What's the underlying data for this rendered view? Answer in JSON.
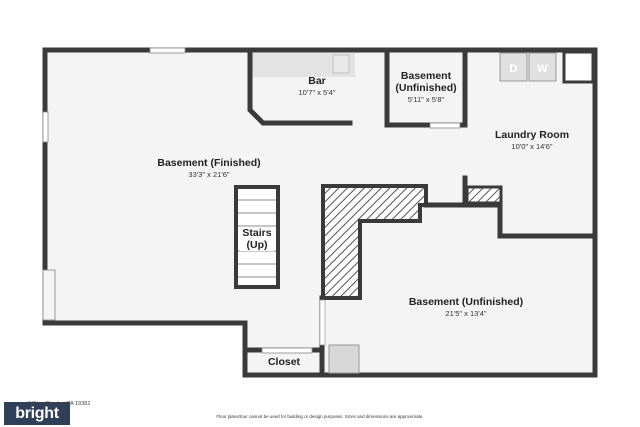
{
  "rooms": {
    "bar": {
      "name": "Bar",
      "dims": "10'7\" x 5'4\""
    },
    "basement_unfinished_small": {
      "name_line1": "Basement",
      "name_line2": "(Unfinished)",
      "dims": "5'11\" x 5'8\""
    },
    "laundry": {
      "name": "Laundry Room",
      "dims": "10'0\" x 14'6\""
    },
    "basement_finished": {
      "name": "Basement (Finished)",
      "dims": "33'3\" x 21'6\""
    },
    "stairs": {
      "name_line1": "Stairs",
      "name_line2": "(Up)"
    },
    "basement_unfinished_large": {
      "name": "Basement (Unfinished)",
      "dims": "21'5\" x 13'4\""
    },
    "closet": {
      "name": "Closet"
    }
  },
  "appliances": {
    "dryer": "D",
    "washer": "W"
  },
  "footer": {
    "address": "345 ... Chester, PA 19382",
    "disclaimer": "Floor plans/tour cannot be used for building or design purposes. Sizes and dimensions are approximate.",
    "logo": "bright"
  },
  "colors": {
    "wall": "#3a3a3a",
    "floor": "#f4f4f4",
    "hatch": "#555555",
    "logo_bg": "#2f3f57"
  }
}
